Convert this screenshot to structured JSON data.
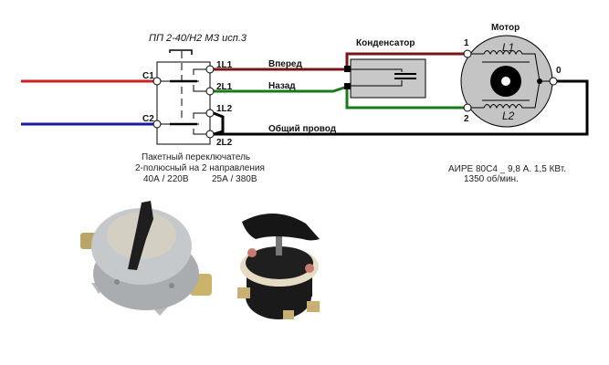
{
  "switch": {
    "model": "ПП 2-40/Н2 МЗ исп.3",
    "inputs": [
      "C1",
      "C2"
    ],
    "outputs": [
      "1L1",
      "2L1",
      "1L2",
      "2L2"
    ],
    "caption_line1": "Пакетный переключатель",
    "caption_line2": "2-полюсный на 2 направления",
    "rating_1": "40А / 220В",
    "rating_2": "25А / 380В"
  },
  "wires": {
    "forward": "Вперед",
    "backward": "Назад",
    "common": "Общий провод",
    "colors": {
      "phase_in": "#cc2222",
      "neutral_in": "#1a1aa0",
      "forward": "#7a1515",
      "backward": "#1a7a1a",
      "common": "#000000"
    }
  },
  "capacitor": {
    "label": "Конденсатор",
    "fill": "#c8c8c8"
  },
  "motor": {
    "label": "Мотор",
    "terminals": [
      "1",
      "2",
      "0"
    ],
    "coils": [
      "L1",
      "L2"
    ],
    "fill": "#c4c4c4",
    "spec_line1": "АИРЕ 80С4 _  9,8 А.  1,5 КВт.",
    "spec_line2": "1350 об/мин."
  }
}
